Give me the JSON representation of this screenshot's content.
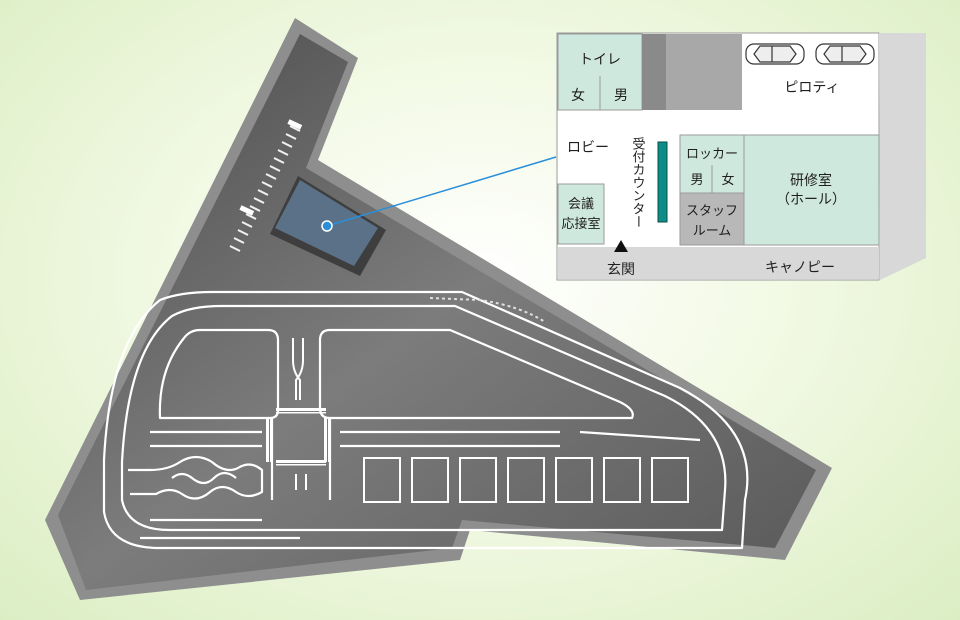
{
  "floor_plan": {
    "toilet": "トイレ",
    "toilet_women": "女",
    "toilet_men": "男",
    "piloti": "ピロティ",
    "lobby": "ロビー",
    "reception_counter": "受付カウンター",
    "locker": "ロッカー",
    "locker_men": "男",
    "locker_women": "女",
    "training_room_line1": "研修室",
    "training_room_line2": "（ホール）",
    "meeting_room_line1": "会議",
    "meeting_room_line2": "応接室",
    "staff_room_line1": "スタッフ",
    "staff_room_line2": "ルーム",
    "entrance": "玄関",
    "canopy": "キャノピー"
  },
  "colors": {
    "room_green": "#cfe8dd",
    "counter_teal": "#0f8c86",
    "corridor_grey": "#d8d8d8",
    "dark_grey": "#8a8a8a",
    "leader_blue": "#2a8fd8",
    "asphalt": "#6a6a6a",
    "course_lines": "#ffffff",
    "building_block": "#5b7188"
  },
  "icons": {
    "entrance_marker": "triangle-up-icon",
    "building_marker": "blue-dot-icon",
    "parked_car": "car-icon"
  }
}
